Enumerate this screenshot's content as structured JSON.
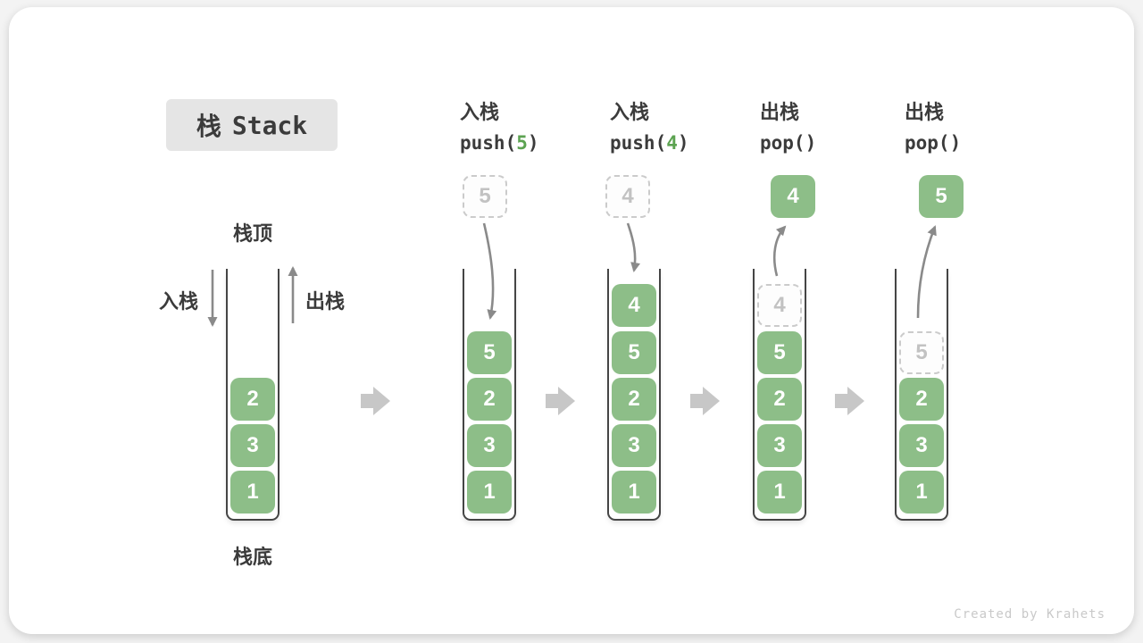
{
  "title": {
    "cn": "栈",
    "en": "Stack"
  },
  "labels": {
    "stack_top": "栈顶",
    "stack_bottom": "栈底",
    "push": "入栈",
    "pop": "出栈"
  },
  "watermark": "Created by Krahets",
  "colors": {
    "block_green": "#8DBE88",
    "arg_green": "#5CA351",
    "dark_text": "#3B3B3B",
    "arrow_gray": "#8A8A8A",
    "light_arrow": "#C7C7C7",
    "ghost_border": "#CBCBCB",
    "ghost_text": "#C2C2C2",
    "wall": "#454545",
    "title_bg": "#E5E5E5",
    "watermark_color": "#C9C9C9"
  },
  "columns": [
    {
      "name": "initial-stack",
      "blocks": [
        "2",
        "3",
        "1"
      ]
    },
    {
      "name": "after-push-5",
      "op": "入栈",
      "code_pre": "push(",
      "code_arg": "5",
      "code_post": ")",
      "float_value": "5",
      "float_style": "dashed",
      "blocks": [
        "5",
        "2",
        "3",
        "1"
      ]
    },
    {
      "name": "after-push-4",
      "op": "入栈",
      "code_pre": "push(",
      "code_arg": "4",
      "code_post": ")",
      "float_value": "4",
      "float_style": "dashed",
      "blocks": [
        "4",
        "5",
        "2",
        "3",
        "1"
      ]
    },
    {
      "name": "after-pop-4",
      "op": "出栈",
      "code_pre": "pop(",
      "code_arg": "",
      "code_post": ")",
      "float_value": "4",
      "float_style": "solid",
      "ghost_value": "4",
      "blocks": [
        "5",
        "2",
        "3",
        "1"
      ]
    },
    {
      "name": "after-pop-5",
      "op": "出栈",
      "code_pre": "pop(",
      "code_arg": "",
      "code_post": ")",
      "float_value": "5",
      "float_style": "solid",
      "ghost_value": "5",
      "blocks": [
        "2",
        "3",
        "1"
      ]
    }
  ]
}
